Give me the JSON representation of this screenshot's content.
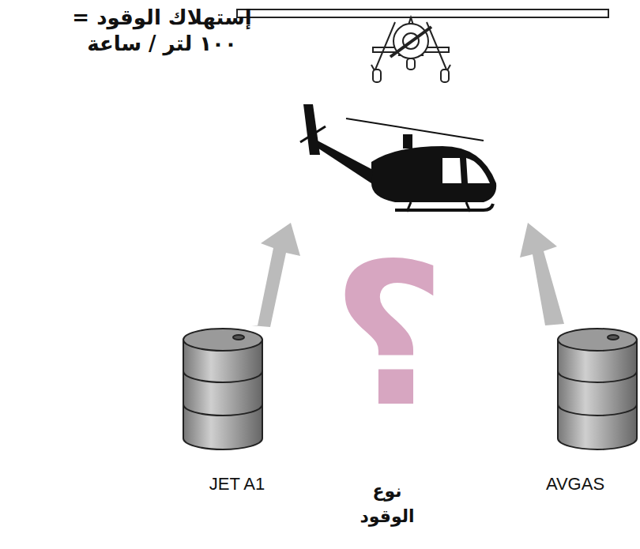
{
  "diagram": {
    "labels": [
      "إستهلاك الوقود = ١٠٠ لتر / ساعة",
      "JET A1",
      "؟",
      "نوع الوقود",
      "AVGAS"
    ]
  }
}
